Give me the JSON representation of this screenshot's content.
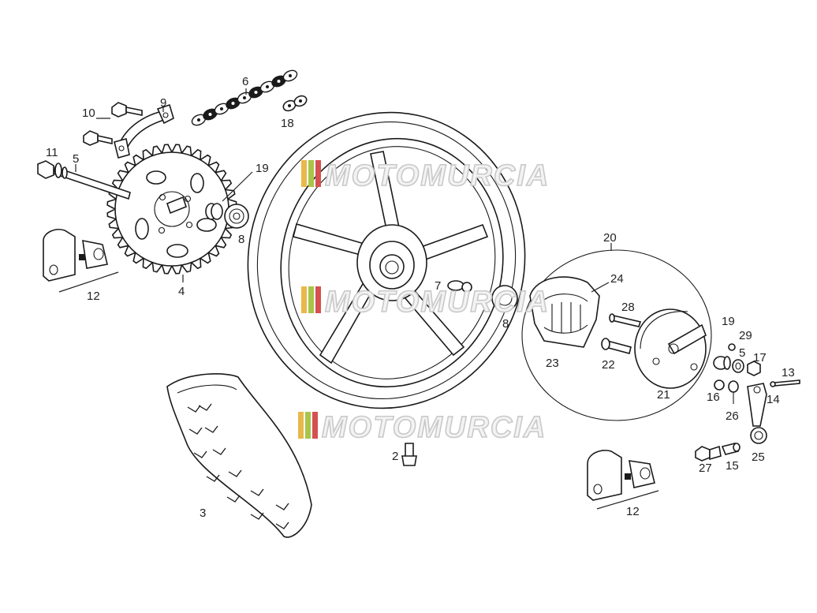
{
  "watermark": {
    "text": "MOTOMURCIA",
    "colors": [
      "#e8b84a",
      "#a8c44a",
      "#d65050"
    ]
  },
  "callouts": {
    "c2": "2",
    "c3": "3",
    "c4": "4",
    "c5a": "5",
    "c5b": "5",
    "c6": "6",
    "c7": "7",
    "c8a": "8",
    "c8b": "8",
    "c9": "9",
    "c10": "10",
    "c11": "11",
    "c12a": "12",
    "c12b": "12",
    "c13": "13",
    "c14": "14",
    "c15": "15",
    "c16": "16",
    "c17": "17",
    "c18": "18",
    "c19a": "19",
    "c19b": "19",
    "c20": "20",
    "c21": "21",
    "c22": "22",
    "c23": "23",
    "c24": "24",
    "c25": "25",
    "c26": "26",
    "c27": "27",
    "c28": "28",
    "c29": "29"
  }
}
